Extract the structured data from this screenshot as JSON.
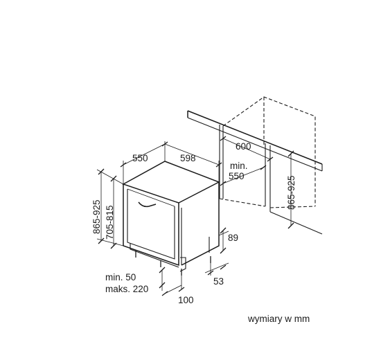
{
  "dims": {
    "depth": "550",
    "width": "598",
    "niche_width": "600",
    "niche_depth_min": "min.",
    "niche_depth_value": "550",
    "total_height": "865-925",
    "door_height": "705-815",
    "niche_height": "865-925",
    "plinth_height": "89",
    "plinth_min": "min. 50",
    "plinth_max": "maks. 220",
    "foot_offset": "100",
    "rear_gap": "53"
  },
  "caption": "wymiary w mm"
}
